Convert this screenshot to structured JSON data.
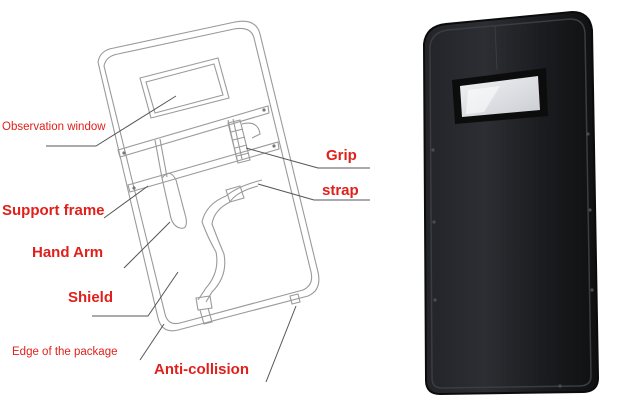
{
  "labels": {
    "observation_window": "Observation window",
    "support_frame": "Support frame",
    "hand_arm": "Hand Arm",
    "shield": "Shield",
    "edge_of_package": "Edge of the package",
    "grip": "Grip",
    "strap": "strap",
    "anti_collision": "Anti-collision"
  },
  "colors": {
    "label_red": "#e0201b",
    "shield_panel": "#1c1d20",
    "shield_highlight": "#3a3c42",
    "window_glass": "#e4e6ea"
  }
}
